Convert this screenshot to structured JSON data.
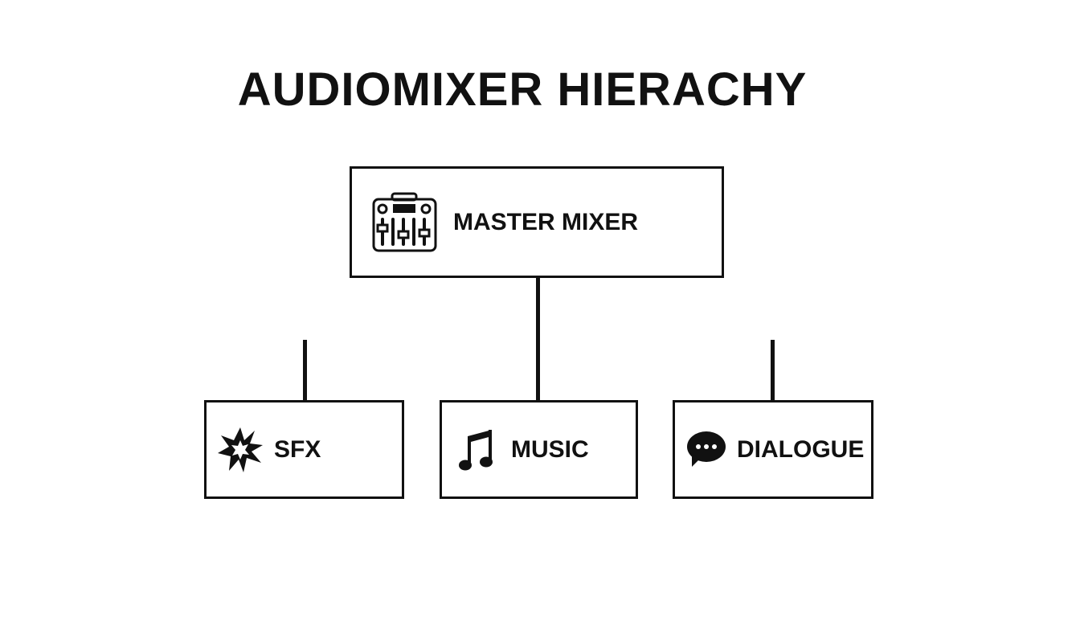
{
  "title": "AUDIOMIXER HIERACHY",
  "root": {
    "label": "MASTER MIXER",
    "icon": "mixer-console-icon"
  },
  "children": [
    {
      "label": "SFX",
      "icon": "explosion-icon"
    },
    {
      "label": "MUSIC",
      "icon": "music-note-icon"
    },
    {
      "label": "DIALOGUE",
      "icon": "speech-bubble-icon"
    }
  ]
}
